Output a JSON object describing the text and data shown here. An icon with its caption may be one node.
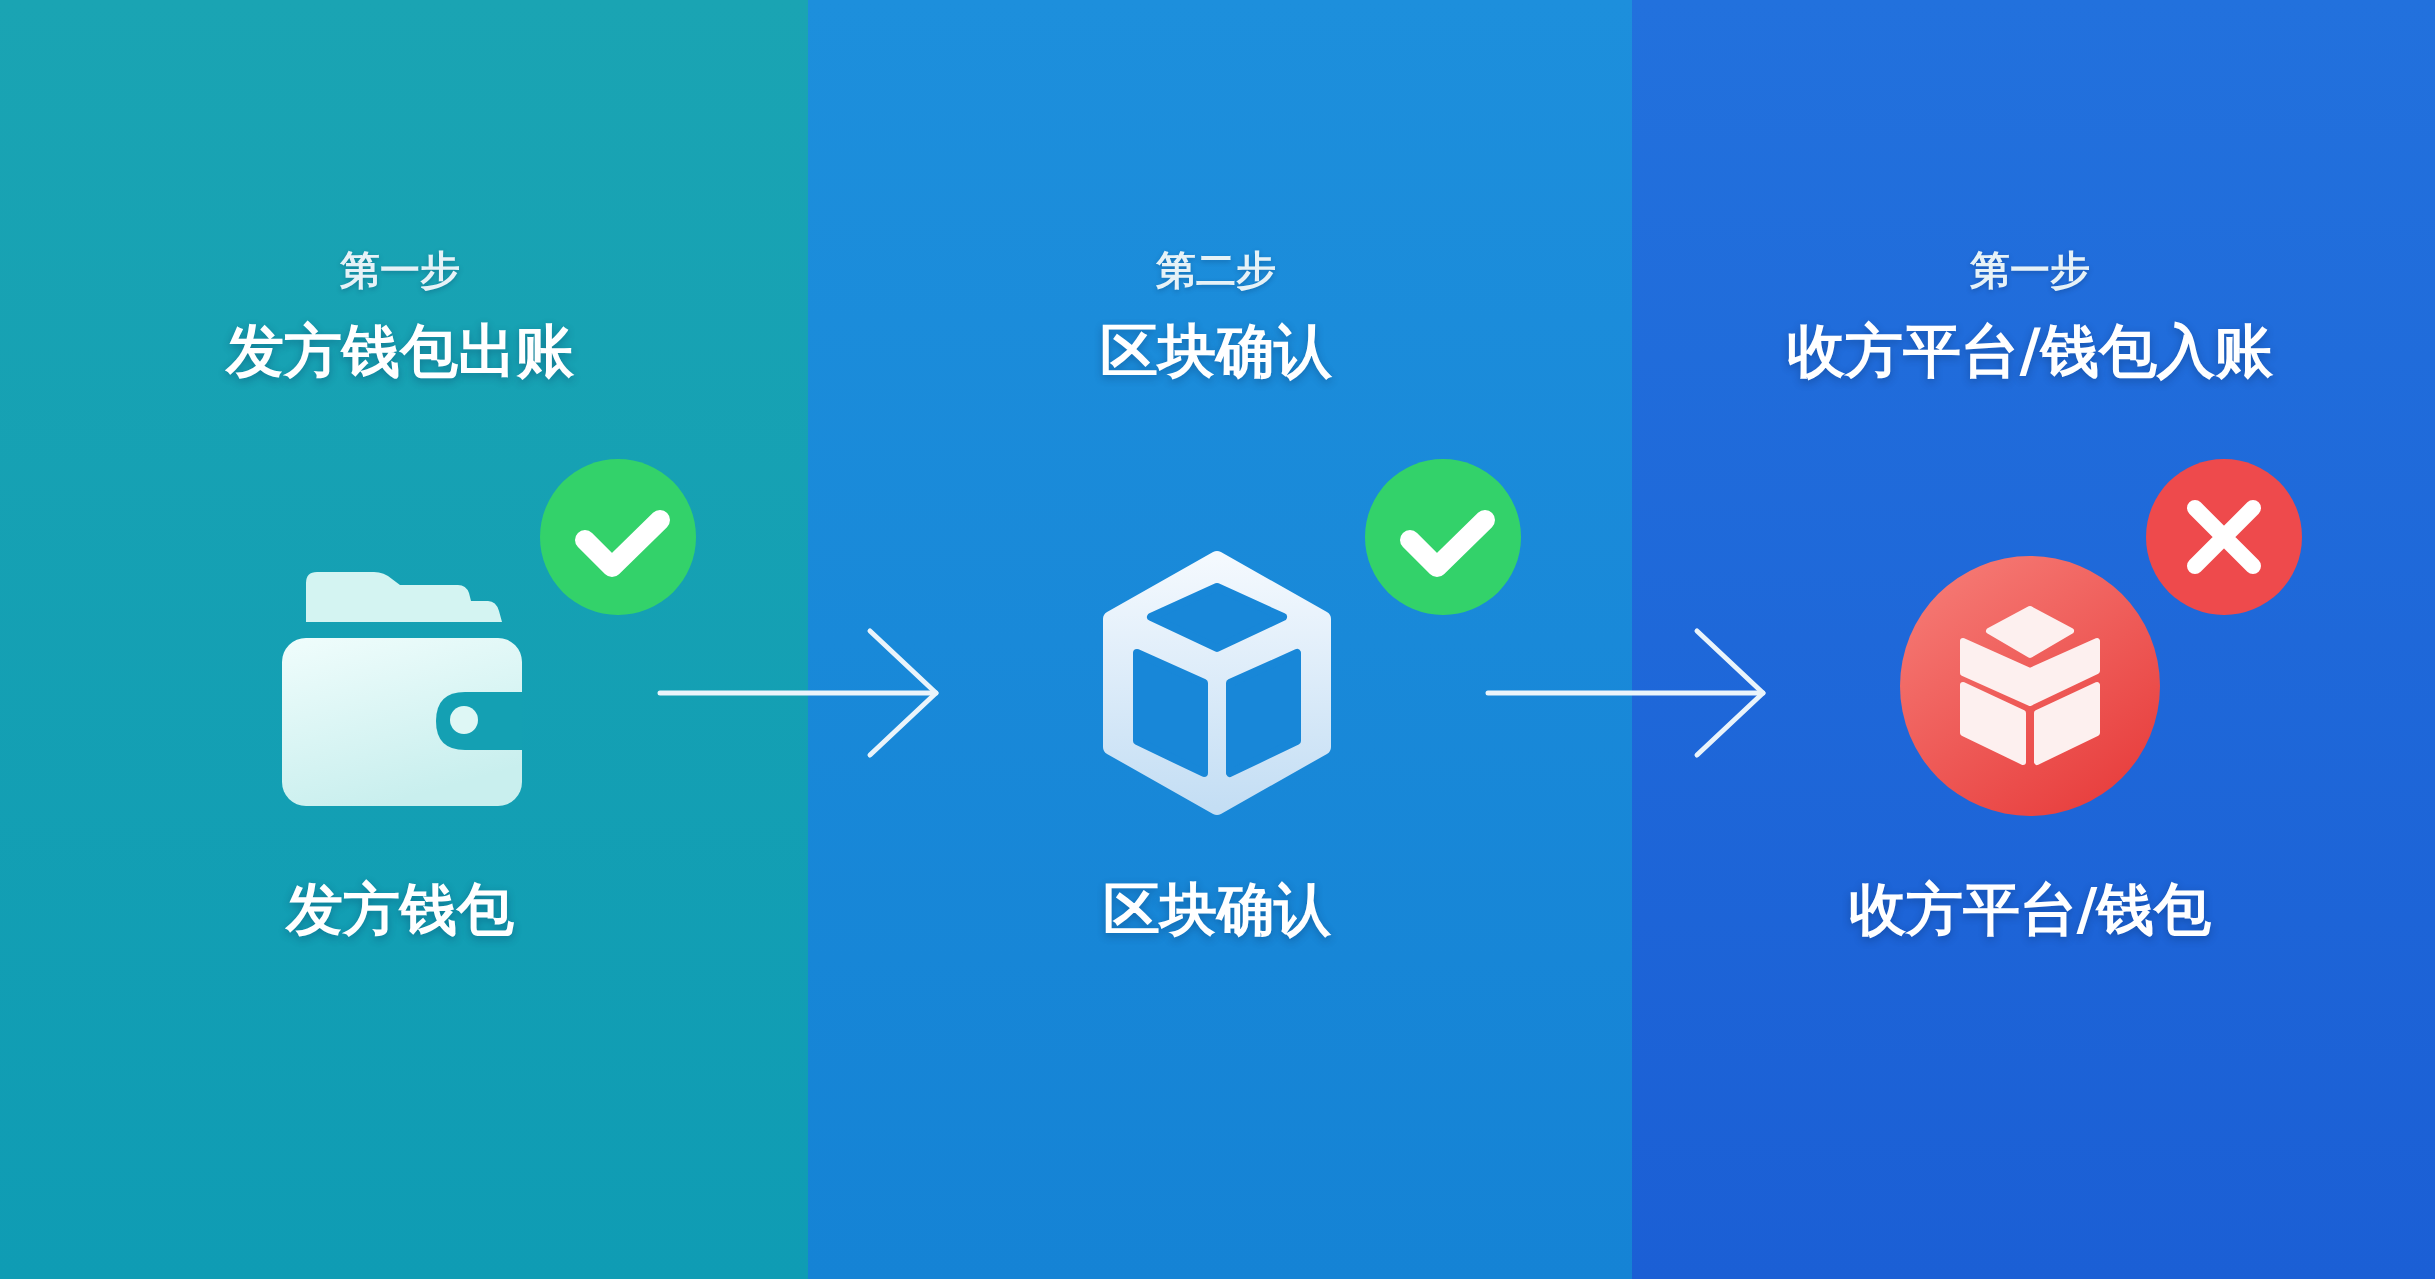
{
  "diagram": {
    "nodes": [
      {
        "text": [
          "第一步",
          "发方钱包出账"
        ]
      },
      {
        "text": [
          "发方钱包"
        ],
        "in": 0
      },
      {
        "text": [
          "第二步",
          "区块确认"
        ]
      },
      {
        "text": [
          "区块确认"
        ],
        "in": 2
      },
      {
        "text": [
          "第一步",
          "收方平台/钱包入账"
        ]
      },
      {
        "text": [
          "收方平台/钱包"
        ],
        "in": 4
      }
    ],
    "edges": [
      {
        "from": 1,
        "to": 3,
        "arrow": "to"
      },
      {
        "from": 3,
        "to": 5,
        "arrow": "to"
      }
    ]
  }
}
